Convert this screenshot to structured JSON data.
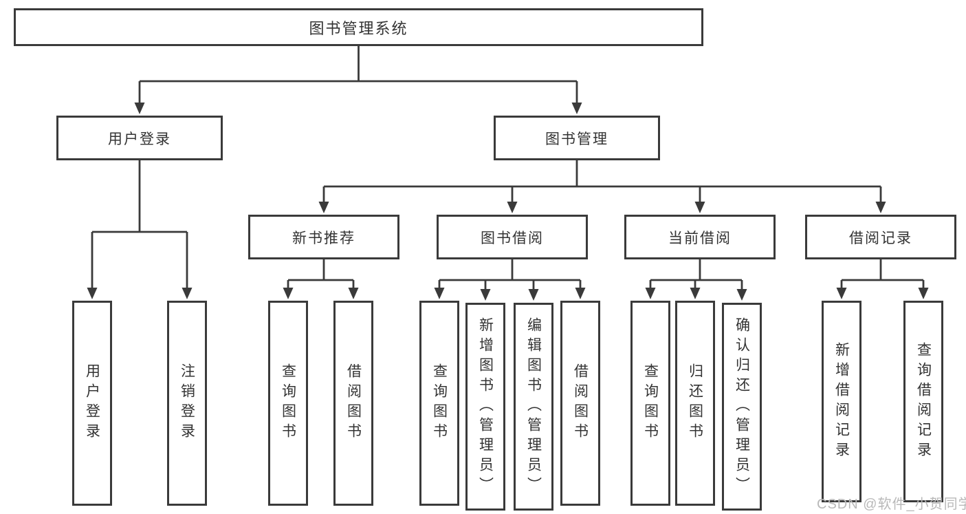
{
  "tree": {
    "root": {
      "label": "图书管理系统"
    },
    "branches": [
      {
        "label": "用户登录",
        "leaves": [
          "用户登录",
          "注销登录"
        ]
      },
      {
        "label": "图书管理",
        "sections": [
          {
            "label": "新书推荐",
            "leaves": [
              "查询图书",
              "借阅图书"
            ]
          },
          {
            "label": "图书借阅",
            "leaves": [
              "查询图书",
              "新增图书（管理员）",
              "编辑图书（管理员）",
              "借阅图书"
            ]
          },
          {
            "label": "当前借阅",
            "leaves": [
              "查询图书",
              "归还图书",
              "确认归还（管理员）"
            ]
          },
          {
            "label": "借阅记录",
            "leaves": [
              "新增借阅记录",
              "查询借阅记录"
            ]
          }
        ]
      }
    ]
  },
  "watermark": {
    "text": "CSDN @软件_小贺同学"
  },
  "colors": {
    "line": "#3a3a3a",
    "text": "#333333",
    "watermark": "#b9b9b9",
    "background": "#ffffff"
  }
}
